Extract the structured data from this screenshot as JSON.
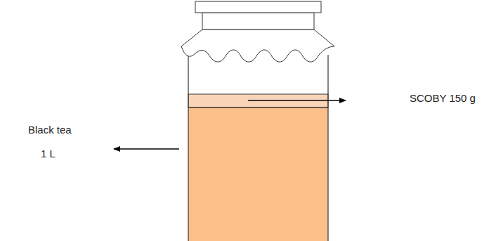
{
  "diagram": {
    "labels": [
      "SCOBY 150 g",
      "Black tea",
      "1 L"
    ]
  }
}
